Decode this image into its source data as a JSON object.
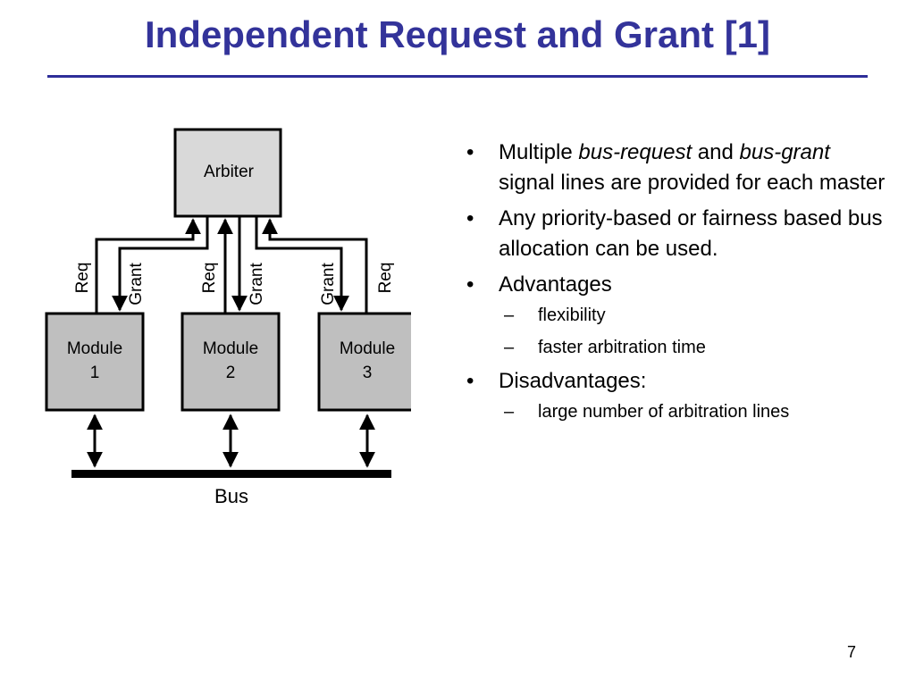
{
  "slide": {
    "title": "Independent Request and Grant [1]",
    "page_number": "7"
  },
  "diagram": {
    "arbiter_label": "Arbiter",
    "modules": [
      {
        "line1": "Module",
        "line2": "1"
      },
      {
        "line1": "Module",
        "line2": "2"
      },
      {
        "line1": "Module",
        "line2": "3"
      }
    ],
    "req_label": "Req",
    "grant_label": "Grant",
    "bus_label": "Bus"
  },
  "bullets": {
    "b1": {
      "pre": "Multiple ",
      "em1": "bus-request",
      "mid": " and ",
      "em2": "bus-grant",
      "post": " signal lines are provided for each master"
    },
    "b2": "Any priority-based or fairness based bus allocation can be used.",
    "b3": "Advantages",
    "b3_subs": [
      "flexibility",
      "faster arbitration time"
    ],
    "b4": "Disadvantages:",
    "b4_subs": [
      "large number of arbitration lines"
    ],
    "bullet_glyph": "•",
    "dash_glyph": "–"
  },
  "colors": {
    "title": "#33339a",
    "rule": "#2e2e99",
    "arbiter_fill": "#d9d9d9",
    "module_fill": "#bfbfbf"
  }
}
